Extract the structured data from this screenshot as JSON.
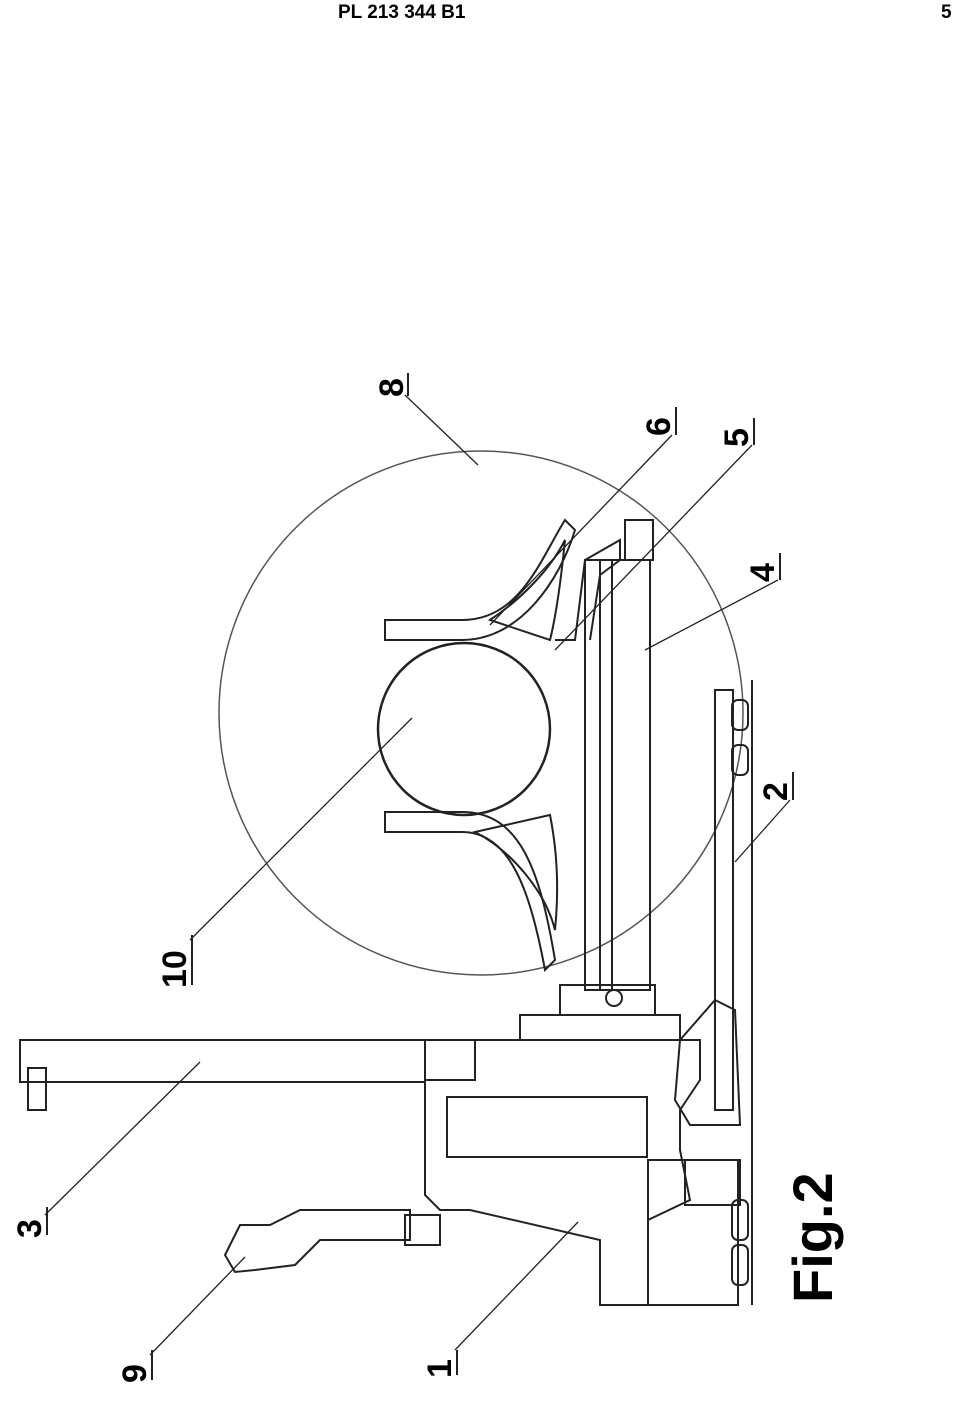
{
  "header": {
    "patent_number": "PL 213 344 B1",
    "page_number": "5"
  },
  "figure": {
    "caption": "Fig.2",
    "labels": [
      "1",
      "2",
      "3",
      "4",
      "5",
      "6",
      "8",
      "9",
      "10"
    ]
  }
}
